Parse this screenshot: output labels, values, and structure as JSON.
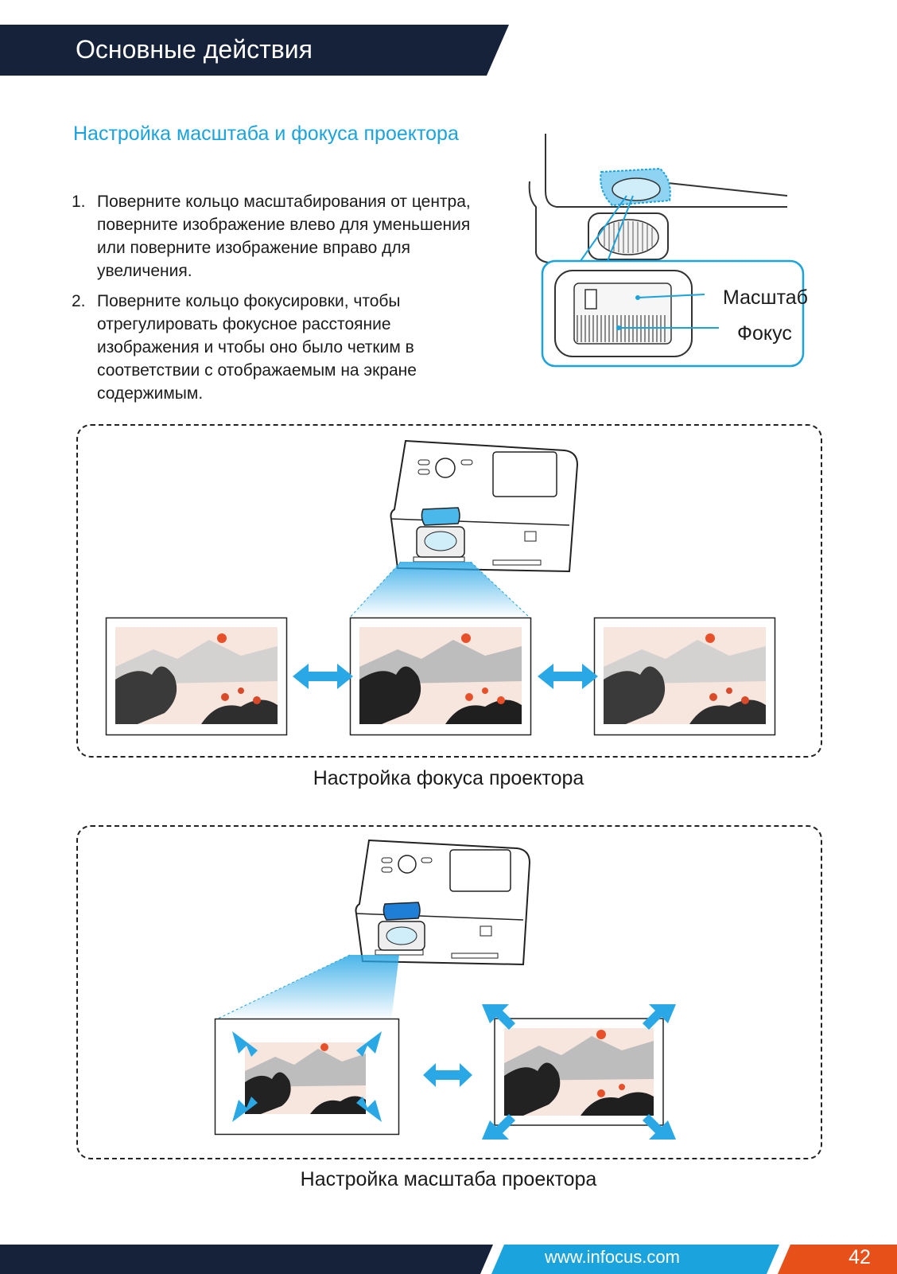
{
  "header": {
    "title": "Основные действия",
    "bar_color": "#15223a"
  },
  "section": {
    "title": "Настройка масштаба и фокуса проектора",
    "steps": [
      {
        "number": "1.",
        "text": "Поверните кольцо масштабирования от центра, поверните изображение влево для уменьшения или поверните изображение вправо для увеличения."
      },
      {
        "number": "2.",
        "text": "Поверните кольцо фокусировки, чтобы отрегулировать фокусное расстояние изображения и чтобы оно было четким в соответствии с отображаемым на экране содержимым."
      }
    ]
  },
  "lens_figure": {
    "zoom_label": "Масштаб",
    "focus_label": "Фокус"
  },
  "focus_figure": {
    "caption": "Настройка фокуса проектора"
  },
  "zoom_figure": {
    "caption": "Настройка масштаба проектора"
  },
  "footer": {
    "url": "www.infocus.com",
    "page_number": "42",
    "url_color": "#1aa3dd",
    "page_color": "#e8501a"
  },
  "colors": {
    "accent_blue": "#1aa3dd",
    "arrow_blue": "#2aa8e6",
    "sun_red": "#e8502a"
  }
}
